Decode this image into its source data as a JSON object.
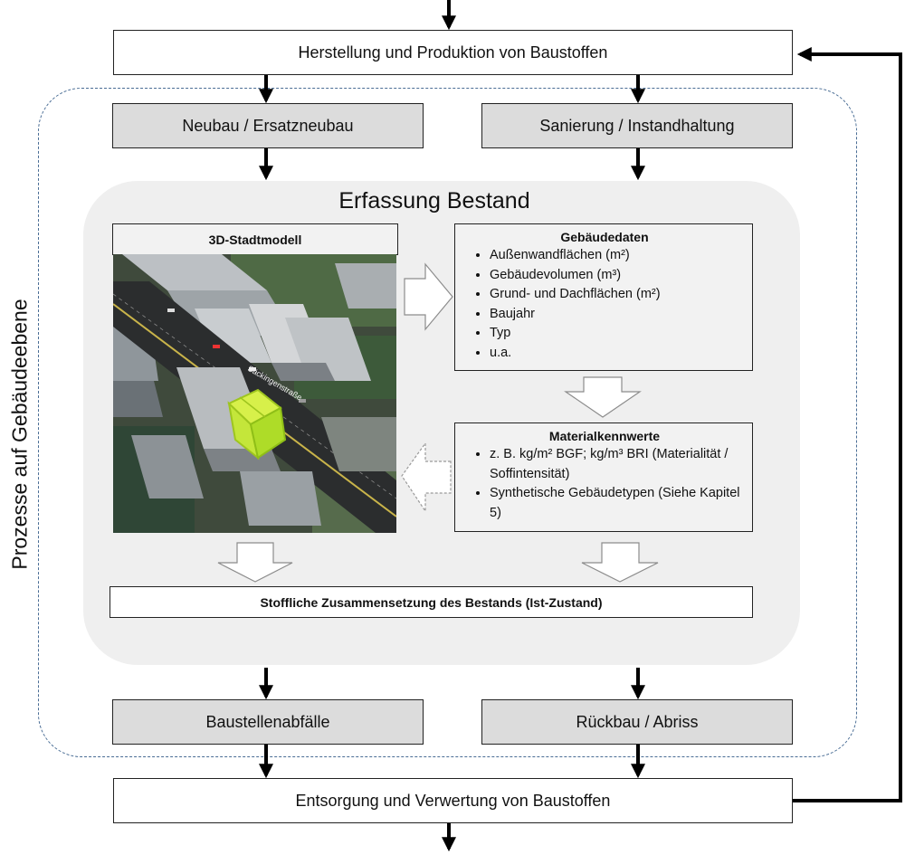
{
  "top_box": "Herstellung und Produktion von Baustoffen",
  "neubau": "Neubau / Ersatzneubau",
  "sanierung": "Sanierung / Instandhaltung",
  "side_label": "Prozesse auf Gebäudeebene",
  "bestand_title": "Erfassung Bestand",
  "stadtmodell_title": "3D-Stadtmodell",
  "street_label": "Säckingenstraße",
  "gebaeudedaten": {
    "title": "Gebäudedaten",
    "items": [
      "Außenwandflächen (m²)",
      "Gebäudevolumen (m³)",
      "Grund- und Dachflächen (m²)",
      "Baujahr",
      "Typ",
      "u.a."
    ]
  },
  "materialkennwerte": {
    "title": "Materialkennwerte",
    "items": [
      "z. B. kg/m² BGF; kg/m³ BRI (Materialität / Soffintensität)",
      "Synthetische Gebäudetypen  (Siehe Kapitel 5)"
    ]
  },
  "zusammensetzung": "Stoffliche Zusammensetzung des Bestands (Ist-Zustand)",
  "baustellenabfaelle": "Baustellenabfälle",
  "rueckbau": "Rückbau / Abriss",
  "bottom_box": "Entsorgung und Verwertung von Baustoffen",
  "colors": {
    "grey_box": "#dcdcdc",
    "panel": "#efefef",
    "dashed_border": "#4a6d95",
    "highlight_building": "#b5e32b"
  }
}
